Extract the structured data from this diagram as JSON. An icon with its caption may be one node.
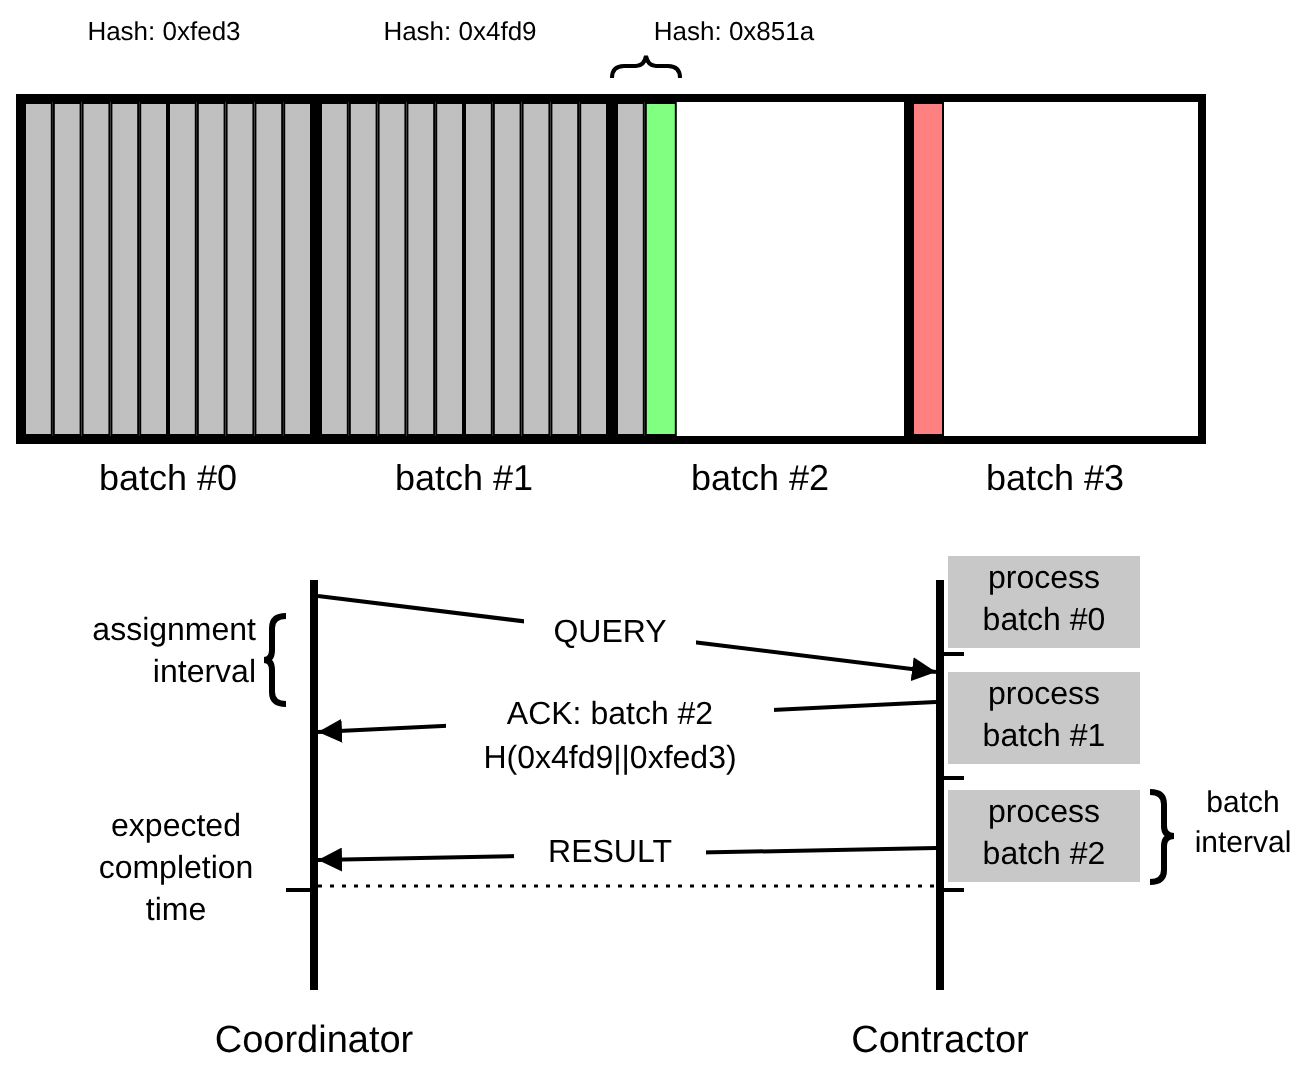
{
  "diagram": {
    "nodes": [
      {
        "text": [
          "batch #0"
        ]
      },
      {
        "text": [
          "batch #1"
        ]
      },
      {
        "text": [
          "batch #2"
        ]
      },
      {
        "text": [
          "batch #3"
        ]
      },
      {
        "text": [
          "Coordinator"
        ]
      },
      {
        "text": [
          "Contractor"
        ]
      },
      {
        "text": [
          "process batch #0"
        ]
      },
      {
        "text": [
          "process batch #1"
        ]
      },
      {
        "text": [
          "process batch #2"
        ]
      }
    ],
    "edges": [
      {
        "from": 4,
        "to": 5,
        "label": "QUERY",
        "arrow": "to"
      },
      {
        "from": 5,
        "to": 4,
        "label": "ACK: batch #2 H(0x4fd9||0xfed3)",
        "arrow": "to"
      },
      {
        "from": 5,
        "to": 4,
        "label": "RESULT",
        "arrow": "to"
      },
      {
        "from": 4,
        "to": 5,
        "arrow": "none",
        "style": "dashed"
      }
    ],
    "labels": [
      "Hash: 0xfed3",
      "Hash: 0x4fd9",
      "Hash: 0x851a",
      "assignment interval",
      "expected completion time",
      "batch interval"
    ]
  }
}
